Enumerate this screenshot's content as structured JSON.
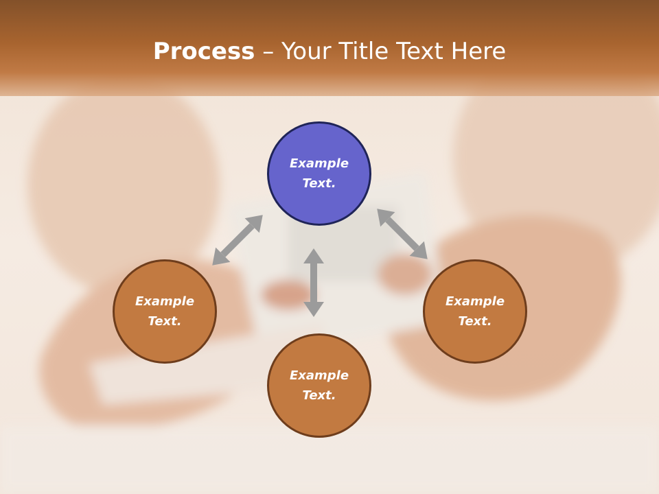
{
  "slide": {
    "title_bold": "Process",
    "title_rest": " – Your Title Text Here"
  },
  "nodes": [
    {
      "line1": "Example",
      "line2": "Text.",
      "color": "#6664cc",
      "role": "top"
    },
    {
      "line1": "Example",
      "line2": "Text.",
      "color": "#c27a41",
      "role": "left"
    },
    {
      "line1": "Example",
      "line2": "Text.",
      "color": "#c27a41",
      "role": "right"
    },
    {
      "line1": "Example",
      "line2": "Text.",
      "color": "#c27a41",
      "role": "bottom"
    }
  ],
  "colors": {
    "header": "#a8642f",
    "arrow": "#9b9b9b",
    "blue_node": "#6664cc",
    "brown_node": "#c27a41"
  },
  "icons": [
    "double-arrow-icon"
  ]
}
